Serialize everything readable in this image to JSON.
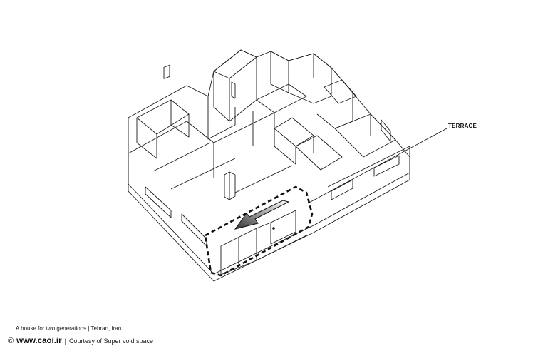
{
  "labels": {
    "terrace": "TERRACE"
  },
  "caption": {
    "title": "A house for two generations | Tehran, Iran"
  },
  "credits": {
    "copyright_symbol": "©",
    "site": "www.caoi.ir",
    "separator": "|",
    "courtesy": "Courtesy of Super void space"
  },
  "colors": {
    "lines": "#1a1a1a",
    "arrow": "#555555"
  }
}
